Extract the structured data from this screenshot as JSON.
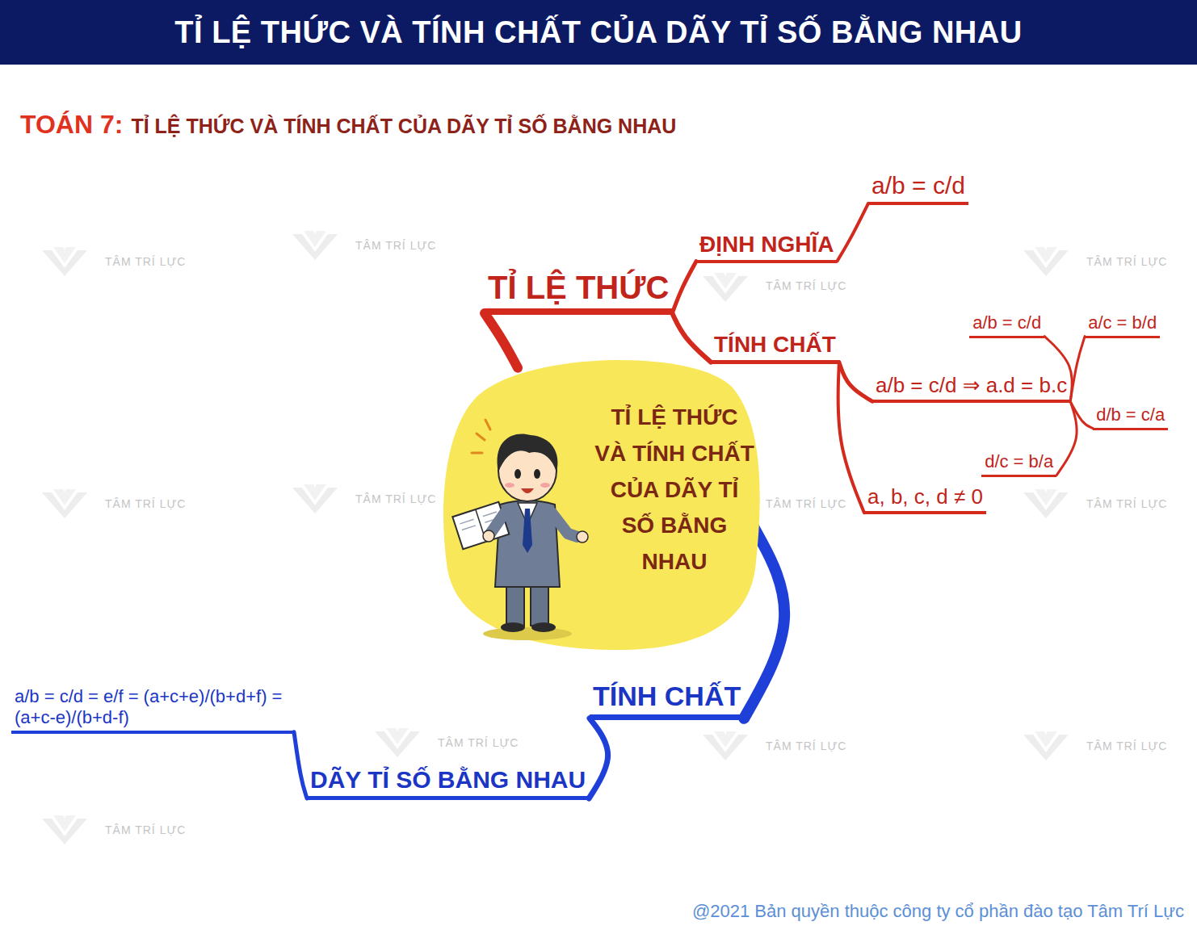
{
  "diagram": {
    "title": "TỈ LỆ THỨC VÀ TÍNH CHẤT CỦA DÃY TỈ SỐ BẰNG NHAU",
    "caption": "@2021 Bản quyền thuộc công ty cổ phần đào tạo Tâm Trí Lực",
    "nodes": [
      {
        "text": [
          "TỈ LỆ THỨC VÀ TÍNH CHẤT CỦA DÃY TỈ SỐ BẰNG NHAU"
        ]
      },
      {
        "text": [
          "TỈ LỆ THỨC"
        ]
      },
      {
        "text": [
          "ĐỊNH NGHĨA"
        ]
      },
      {
        "text": [
          "a/b = c/d"
        ]
      },
      {
        "text": [
          "TÍNH CHẤT"
        ]
      },
      {
        "text": [
          "a/b = c/d ⇒ a.d = b.c"
        ]
      },
      {
        "text": [
          "a, b, c, d ≠ 0"
        ]
      },
      {
        "text": [
          "a/b = c/d"
        ]
      },
      {
        "text": [
          "a/c = b/d"
        ]
      },
      {
        "text": [
          "d/b = c/a"
        ]
      },
      {
        "text": [
          "d/c = b/a"
        ]
      },
      {
        "text": [
          "TÍNH CHẤT"
        ]
      },
      {
        "text": [
          "DÃY TỈ SỐ BẰNG NHAU"
        ]
      },
      {
        "text": [
          "a/b = c/d = e/f = (a+c+e)/(b+d+f) = (a+c-e)/(b+d-f)"
        ]
      }
    ],
    "edges": [
      {
        "from": 0,
        "to": 1,
        "arrow": "none"
      },
      {
        "from": 1,
        "to": 2,
        "arrow": "none"
      },
      {
        "from": 2,
        "to": 3,
        "arrow": "none"
      },
      {
        "from": 1,
        "to": 4,
        "arrow": "none"
      },
      {
        "from": 4,
        "to": 5,
        "arrow": "none"
      },
      {
        "from": 4,
        "to": 6,
        "arrow": "none"
      },
      {
        "from": 5,
        "to": 7,
        "arrow": "none"
      },
      {
        "from": 5,
        "to": 8,
        "arrow": "none"
      },
      {
        "from": 5,
        "to": 9,
        "arrow": "none"
      },
      {
        "from": 5,
        "to": 10,
        "arrow": "none"
      },
      {
        "from": 0,
        "to": 11,
        "arrow": "none"
      },
      {
        "from": 11,
        "to": 12,
        "arrow": "none"
      },
      {
        "from": 12,
        "to": 13,
        "arrow": "none"
      }
    ],
    "labels": [
      "TOÁN 7:",
      "TỈ LỆ THỨC VÀ TÍNH CHẤT CỦA DÃY TỈ SỐ BẰNG NHAU",
      "TÂM TRÍ LỰC",
      "TÂM TRÍ LỰC",
      "TÂM TRÍ LỰC",
      "TÂM TRÍ LỰC",
      "TÂM TRÍ LỰC",
      "TÂM TRÍ LỰC",
      "TÂM TRÍ LỰC",
      "TÂM TRÍ LỰC",
      "TÂM TRÍ LỰC",
      "TÂM TRÍ LỰC",
      "TÂM TRÍ LỰC",
      "TÂM TRÍ LỰC"
    ]
  }
}
